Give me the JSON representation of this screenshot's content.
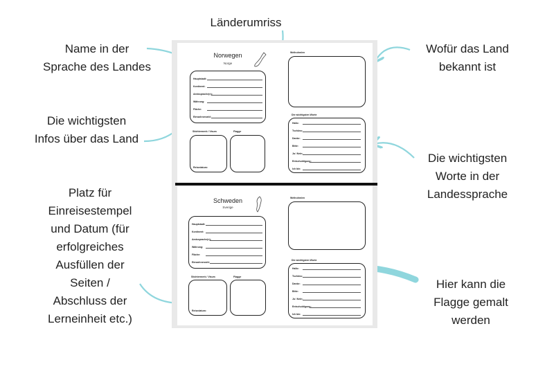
{
  "annotations": {
    "outline": "Länderumriss",
    "native_name": [
      "Name in der",
      "Sprache des Landes"
    ],
    "known_for": [
      "Wofür das Land",
      "bekannt ist"
    ],
    "key_info": [
      "Die wichtigsten",
      "Infos über das Land"
    ],
    "key_words": [
      "Die wichtigsten",
      "Worte in der",
      "Landessprache"
    ],
    "stamp_space": [
      "Platz für",
      "Einreisestempel",
      "und Datum (für",
      "erfolgreiches",
      "Ausfüllen der",
      "Seiten /",
      "Abschluss der",
      "Lerneinheit etc.)"
    ],
    "flag": [
      "Hier kann die",
      "Flagge gemalt",
      "werden"
    ]
  },
  "worksheets": [
    {
      "country": "Norwegen",
      "native": "Norge",
      "info_fields": [
        "Hauptstadt:",
        "Kontinent:",
        "Amtssprache(n):",
        "Währung:",
        "Fläche:",
        "Einwohnerzahl:"
      ],
      "stamp_label": "Stichtermerk / Visum",
      "date_label": "Reisedatum:",
      "flag_label": "Flagge",
      "known_label": "Weltruhm/en",
      "words_label": "Die wichtigsten Worte",
      "word_fields": [
        "Hallo:",
        "Tschüss:",
        "Danke:",
        "Bitte:",
        "Ja / Nein:",
        "Entschuldigung:",
        "Ich bin:"
      ]
    },
    {
      "country": "Schweden",
      "native": "Sverige",
      "info_fields": [
        "Hauptstadt:",
        "Kontinent:",
        "Amtssprache(n):",
        "Währung:",
        "Fläche:",
        "Einwohnerzahl:"
      ],
      "stamp_label": "Stichtermerk / Visum",
      "date_label": "Reisedatum:",
      "flag_label": "Flagge",
      "known_label": "Weltruhm/en",
      "words_label": "Die wichtigsten Worte",
      "word_fields": [
        "Hallo:",
        "Tschüss:",
        "Danke:",
        "Bitte:",
        "Ja / Nein:",
        "Entschuldigung:",
        "Ich bin:"
      ]
    }
  ],
  "colors": {
    "arrow": "#8fd6dd",
    "text": "#222222"
  }
}
